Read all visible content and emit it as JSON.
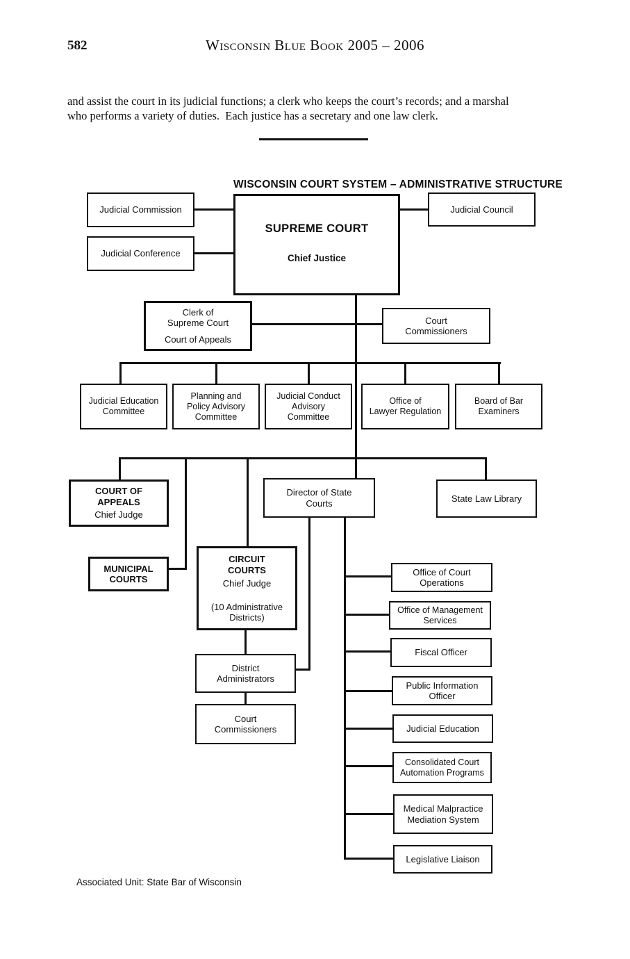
{
  "page": {
    "number": "582",
    "book_title": "Wisconsin Blue Book 2005 – 2006",
    "body_line1": "and assist the court in its judicial functions; a clerk who keeps the court’s records; and a marshal",
    "body_line2": "who performs a variety of duties.  Each justice has a secretary and one law clerk.",
    "footnote": "Associated Unit: State Bar of Wisconsin"
  },
  "chart": {
    "title": "WISCONSIN COURT SYSTEM – ADMINISTRATIVE STRUCTURE",
    "boxes": {
      "judicial_commission": {
        "line1": "Judicial Commission"
      },
      "judicial_conference": {
        "line1": "Judicial Conference"
      },
      "judicial_council": {
        "line1": "Judicial Council"
      },
      "supreme_court": {
        "title": "SUPREME COURT",
        "subtitle": "Chief Justice"
      },
      "clerk_supreme_court": {
        "line1": "Clerk of",
        "line2": "Supreme Court",
        "line3": "Court of Appeals"
      },
      "court_commissioners_upper": {
        "line1": "Court",
        "line2": "Commissioners"
      },
      "judicial_education_committee": {
        "line1": "Judicial Education",
        "line2": "Committee"
      },
      "planning_policy_advisory_committee": {
        "line1": "Planning and",
        "line2": "Policy Advisory",
        "line3": "Committee"
      },
      "judicial_conduct_advisory_committee": {
        "line1": "Judicial Conduct",
        "line2": "Advisory",
        "line3": "Committee"
      },
      "office_of_lawyer_regulation": {
        "line1": "Office of",
        "line2": "Lawyer Regulation"
      },
      "board_of_bar_examiners": {
        "line1": "Board of Bar",
        "line2": "Examiners"
      },
      "court_of_appeals": {
        "line1": "COURT OF",
        "line2": "APPEALS",
        "line3": "Chief Judge"
      },
      "director_of_state_courts": {
        "line1": "Director of State",
        "line2": "Courts"
      },
      "state_law_library": {
        "line1": "State Law Library"
      },
      "municipal_courts": {
        "line1": "MUNICIPAL",
        "line2": "COURTS"
      },
      "circuit_courts": {
        "line1": "CIRCUIT",
        "line2": "COURTS",
        "line3": "Chief Judge",
        "line4": "(10 Administrative",
        "line5": "Districts)"
      },
      "district_administrators": {
        "line1": "District",
        "line2": "Administrators"
      },
      "court_commissioners_lower": {
        "line1": "Court",
        "line2": "Commissioners"
      },
      "office_of_court_operations": {
        "line1": "Office of Court",
        "line2": "Operations"
      },
      "office_of_management_services": {
        "line1": "Office of Management",
        "line2": "Services"
      },
      "fiscal_officer": {
        "line1": "Fiscal Officer"
      },
      "public_information_officer": {
        "line1": "Public Information",
        "line2": "Officer"
      },
      "judicial_education": {
        "line1": "Judicial Education"
      },
      "consolidated_court_automation_programs": {
        "line1": "Consolidated Court",
        "line2": "Automation Programs"
      },
      "medical_malpractice_mediation_system": {
        "line1": "Medical Malpractice",
        "line2": "Mediation System"
      },
      "legislative_liaison": {
        "line1": "Legislative Liaison"
      }
    },
    "colors": {
      "line": "#111111",
      "text": "#111111",
      "background": "#ffffff"
    }
  }
}
